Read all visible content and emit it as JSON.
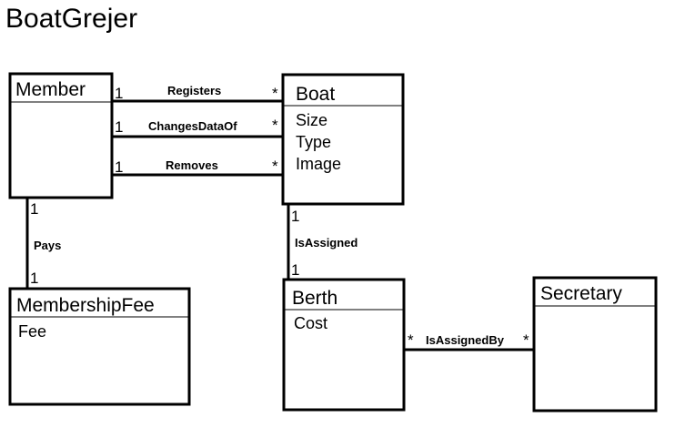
{
  "diagram": {
    "title": "BoatGrejer",
    "classes": [
      {
        "id": "member",
        "name": "Member",
        "attributes": []
      },
      {
        "id": "boat",
        "name": "Boat",
        "attributes": [
          "Size",
          "Type",
          "Image"
        ]
      },
      {
        "id": "membershipfee",
        "name": "MembershipFee",
        "attributes": [
          "Fee"
        ]
      },
      {
        "id": "berth",
        "name": "Berth",
        "attributes": [
          "Cost"
        ]
      },
      {
        "id": "secretary",
        "name": "Secretary",
        "attributes": []
      }
    ],
    "associations": [
      {
        "label": "Registers",
        "from": "Member",
        "to": "Boat",
        "from_mult": "1",
        "to_mult": "*"
      },
      {
        "label": "ChangesDataOf",
        "from": "Member",
        "to": "Boat",
        "from_mult": "1",
        "to_mult": "*"
      },
      {
        "label": "Removes",
        "from": "Member",
        "to": "Boat",
        "from_mult": "1",
        "to_mult": "*"
      },
      {
        "label": "Pays",
        "from": "Member",
        "to": "MembershipFee",
        "from_mult": "1",
        "to_mult": "1"
      },
      {
        "label": "IsAssigned",
        "from": "Boat",
        "to": "Berth",
        "from_mult": "1",
        "to_mult": "1"
      },
      {
        "label": "IsAssignedBy",
        "from": "Berth",
        "to": "Secretary",
        "from_mult": "*",
        "to_mult": "*"
      }
    ]
  }
}
